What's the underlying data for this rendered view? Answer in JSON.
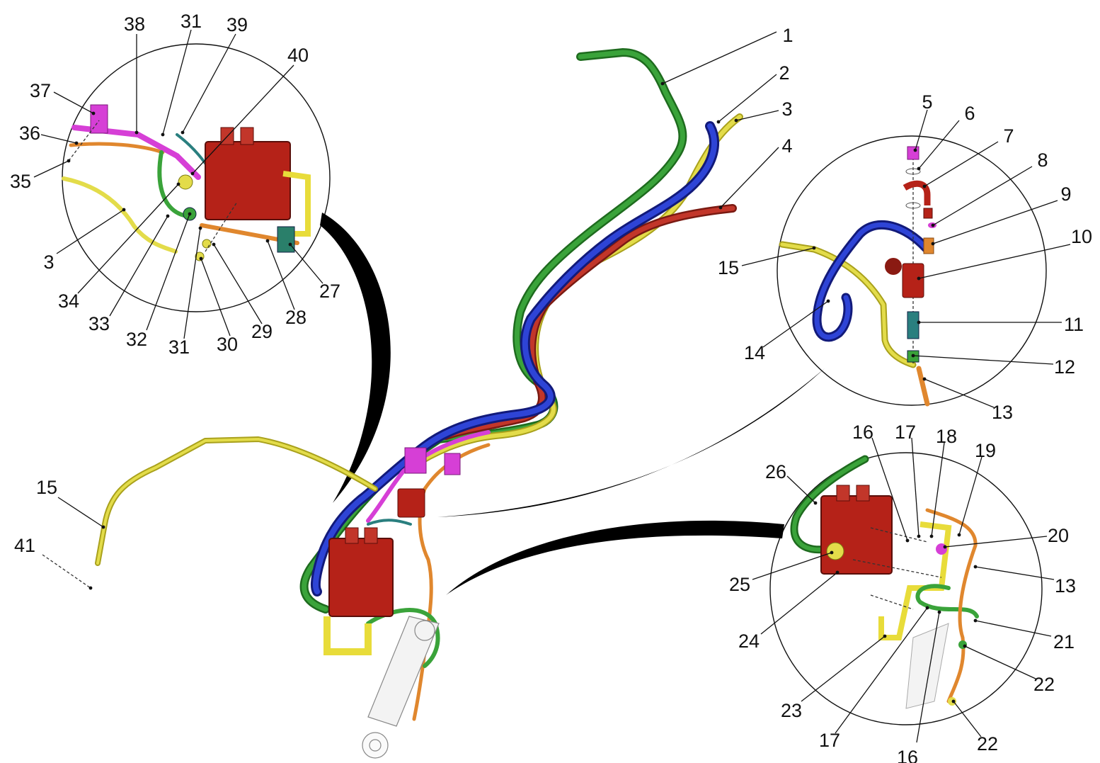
{
  "colors": {
    "green": "#2e8b2e",
    "blue": "#1f2fbf",
    "red": "#b32a1e",
    "yellow": "#d8d23a",
    "orange": "#e0872e",
    "magenta": "#d63fd6",
    "teal": "#2a7f7f",
    "block_red": "#b52218",
    "bracket_yellow": "#e8dc3a"
  },
  "callouts": [
    {
      "id": "c1",
      "label": "1"
    },
    {
      "id": "c2",
      "label": "2"
    },
    {
      "id": "c3a",
      "label": "3"
    },
    {
      "id": "c4",
      "label": "4"
    },
    {
      "id": "c5",
      "label": "5"
    },
    {
      "id": "c6",
      "label": "6"
    },
    {
      "id": "c7",
      "label": "7"
    },
    {
      "id": "c8",
      "label": "8"
    },
    {
      "id": "c9",
      "label": "9"
    },
    {
      "id": "c10",
      "label": "10"
    },
    {
      "id": "c11",
      "label": "11"
    },
    {
      "id": "c12",
      "label": "12"
    },
    {
      "id": "c13a",
      "label": "13"
    },
    {
      "id": "c14",
      "label": "14"
    },
    {
      "id": "c15a",
      "label": "15"
    },
    {
      "id": "c16a",
      "label": "16"
    },
    {
      "id": "c17a",
      "label": "17"
    },
    {
      "id": "c18",
      "label": "18"
    },
    {
      "id": "c19",
      "label": "19"
    },
    {
      "id": "c20",
      "label": "20"
    },
    {
      "id": "c13b",
      "label": "13"
    },
    {
      "id": "c21",
      "label": "21"
    },
    {
      "id": "c22a",
      "label": "22"
    },
    {
      "id": "c22b",
      "label": "22"
    },
    {
      "id": "c16b",
      "label": "16"
    },
    {
      "id": "c17b",
      "label": "17"
    },
    {
      "id": "c23",
      "label": "23"
    },
    {
      "id": "c24",
      "label": "24"
    },
    {
      "id": "c25",
      "label": "25"
    },
    {
      "id": "c26",
      "label": "26"
    },
    {
      "id": "c27",
      "label": "27"
    },
    {
      "id": "c28",
      "label": "28"
    },
    {
      "id": "c29",
      "label": "29"
    },
    {
      "id": "c30",
      "label": "30"
    },
    {
      "id": "c31a",
      "label": "31"
    },
    {
      "id": "c32",
      "label": "32"
    },
    {
      "id": "c33",
      "label": "33"
    },
    {
      "id": "c34",
      "label": "34"
    },
    {
      "id": "c3b",
      "label": "3"
    },
    {
      "id": "c35",
      "label": "35"
    },
    {
      "id": "c36",
      "label": "36"
    },
    {
      "id": "c37",
      "label": "37"
    },
    {
      "id": "c38",
      "label": "38"
    },
    {
      "id": "c31b",
      "label": "31"
    },
    {
      "id": "c39",
      "label": "39"
    },
    {
      "id": "c40",
      "label": "40"
    },
    {
      "id": "c15b",
      "label": "15"
    },
    {
      "id": "c41",
      "label": "41"
    }
  ]
}
